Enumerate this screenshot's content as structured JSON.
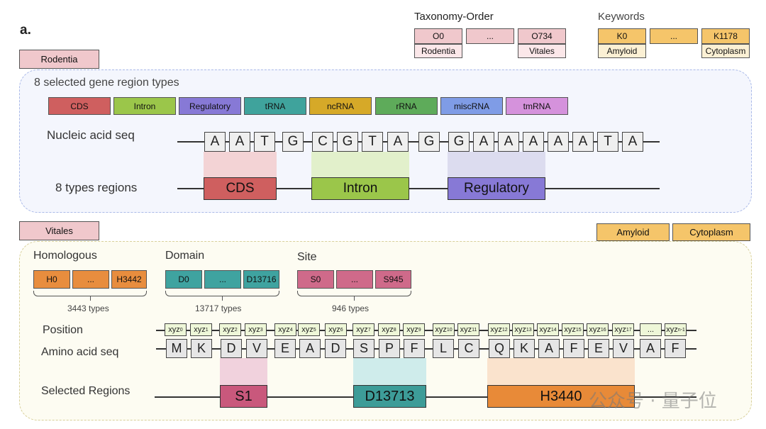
{
  "panel_label": "a.",
  "taxonomy": {
    "title": "Taxonomy-Order",
    "codes": [
      "O0",
      "...",
      "O734"
    ],
    "names": [
      "Rodentia",
      "Vitales"
    ],
    "color": "#f0c8cc"
  },
  "keywords": {
    "title": "Keywords",
    "codes": [
      "K0",
      "...",
      "K1178"
    ],
    "names": [
      "Amyloid",
      "Cytoplasm"
    ],
    "code_color": "#f5c56a",
    "name_color": "#fbf0d4"
  },
  "dna": {
    "tag": "Rodentia",
    "title": "8 selected gene region types",
    "types": [
      {
        "label": "CDS",
        "color": "#cf5f5f"
      },
      {
        "label": "Intron",
        "color": "#9bc64a"
      },
      {
        "label": "Regulatory",
        "color": "#8779d6"
      },
      {
        "label": "tRNA",
        "color": "#3fa39c"
      },
      {
        "label": "ncRNA",
        "color": "#d6a928"
      },
      {
        "label": "rRNA",
        "color": "#5eab5a"
      },
      {
        "label": "miscRNA",
        "color": "#7f9ce6"
      },
      {
        "label": "tmRNA",
        "color": "#d592dc"
      }
    ],
    "seq_label": "Nucleic acid seq",
    "sequence": [
      "A",
      "A",
      "T",
      "G",
      "C",
      "G",
      "T",
      "A",
      "G",
      "G",
      "A",
      "A",
      "A",
      "A",
      "A",
      "T",
      "A"
    ],
    "regions_label": "8 types regions",
    "regions": [
      {
        "label": "CDS",
        "color": "#cf5f5f",
        "shade": "#f3d3d5"
      },
      {
        "label": "Intron",
        "color": "#9bc64a",
        "shade": "#e2f0cb"
      },
      {
        "label": "Regulatory",
        "color": "#8779d6",
        "shade": "#dcdcef"
      }
    ]
  },
  "protein": {
    "tag": "Vitales",
    "keyword_tags": [
      "Amyloid",
      "Cytoplasm"
    ],
    "groups": [
      {
        "title": "Homologous",
        "codes": [
          "H0",
          "...",
          "H3442"
        ],
        "count": "3443 types",
        "color": "#e88d3e"
      },
      {
        "title": "Domain",
        "codes": [
          "D0",
          "...",
          "D13716"
        ],
        "count": "13717 types",
        "color": "#3fa3a0"
      },
      {
        "title": "Site",
        "codes": [
          "S0",
          "...",
          "S945"
        ],
        "count": "946 types",
        "color": "#cf6a8a"
      }
    ],
    "position_label": "Position",
    "positions": [
      "0",
      "1",
      "2",
      "3",
      "4",
      "5",
      "6",
      "7",
      "8",
      "9",
      "10",
      "11",
      "12",
      "13",
      "14",
      "15",
      "16",
      "17",
      "...",
      "n-1"
    ],
    "aa_label": "Amino acid seq",
    "sequence": [
      "M",
      "K",
      "D",
      "V",
      "E",
      "A",
      "D",
      "S",
      "P",
      "F",
      "L",
      "C",
      "Q",
      "K",
      "A",
      "F",
      "E",
      "V",
      "A",
      "F"
    ],
    "regions_label": "Selected Regions",
    "regions": [
      {
        "label": "S1",
        "color": "#c9587c",
        "shade": "#f1d2dd"
      },
      {
        "label": "D13713",
        "color": "#3d9c98",
        "shade": "#cfeceb"
      },
      {
        "label": "H3440",
        "color": "#e88a38",
        "shade": "#fae3cd"
      }
    ]
  },
  "watermark": "公众号 · 量子位"
}
